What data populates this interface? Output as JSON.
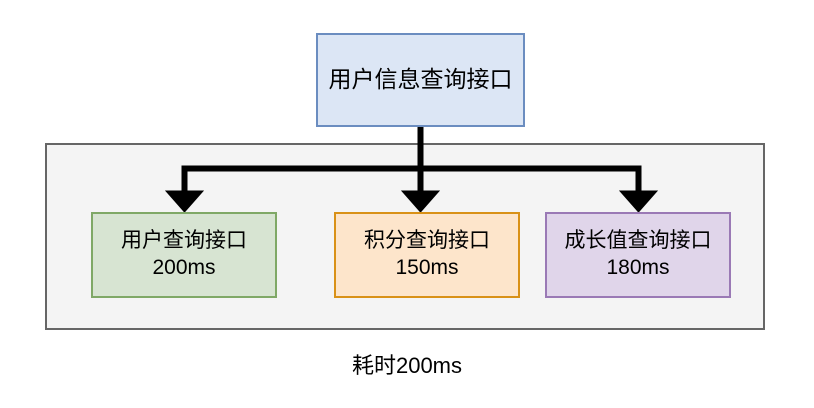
{
  "diagram": {
    "type": "flow-fanout",
    "root": {
      "label": "用户信息查询接口",
      "fill": "#dce6f5",
      "stroke": "#6b8dc0"
    },
    "group": {
      "fill": "#f4f4f4",
      "stroke": "#666666"
    },
    "children": [
      {
        "label": "用户查询接口",
        "metric": "200ms",
        "fill": "#d7e4d2",
        "stroke": "#7fa866"
      },
      {
        "label": "积分查询接口",
        "metric": "150ms",
        "fill": "#fde5cb",
        "stroke": "#d99117"
      },
      {
        "label": "成长值查询接口",
        "metric": "180ms",
        "fill": "#e0d5ea",
        "stroke": "#9a79b5"
      }
    ],
    "caption": "耗时200ms",
    "connector_color": "#000000"
  }
}
